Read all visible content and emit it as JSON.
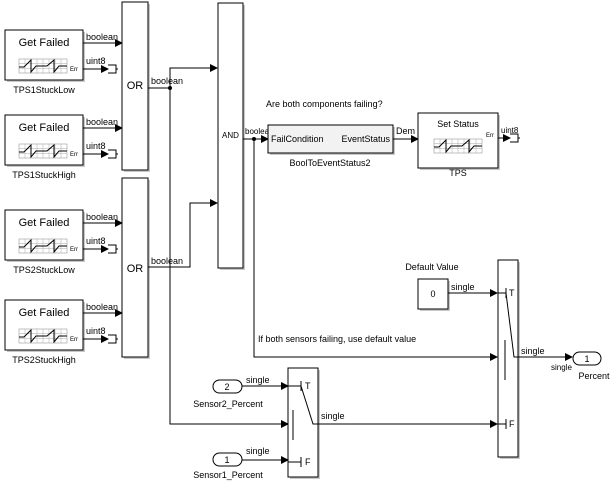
{
  "blocks": {
    "get_failed": [
      {
        "title": "Get Failed",
        "name": "TPS1StuckLow",
        "port": "Err",
        "out1": "boolean",
        "out2": "uint8"
      },
      {
        "title": "Get Failed",
        "name": "TPS1StuckHigh",
        "port": "Err",
        "out1": "boolean",
        "out2": "uint8"
      },
      {
        "title": "Get Failed",
        "name": "TPS2StuckLow",
        "port": "Err",
        "out1": "boolean",
        "out2": "uint8"
      },
      {
        "title": "Get Failed",
        "name": "TPS2StuckHigh",
        "port": "Err",
        "out1": "boolean",
        "out2": "uint8"
      }
    ],
    "or1": {
      "label": "OR",
      "out": "boolean"
    },
    "or2": {
      "label": "OR",
      "out": "boolean"
    },
    "and": {
      "label": "AND",
      "out": "boolean"
    },
    "bool_to_event": {
      "name": "BoolToEventStatus2",
      "in_port": "FailCondition",
      "out_port": "EventStatus",
      "out": "Dem"
    },
    "set_status": {
      "title": "Set Status",
      "name": "TPS",
      "port": "Err",
      "out": "uint8"
    },
    "default_value": {
      "name": "Default Value",
      "value": "0",
      "out": "single"
    },
    "switch1": {
      "t": "T",
      "f": "F",
      "out": "single"
    },
    "switch2": {
      "t": "T",
      "f": "F",
      "out": "single"
    },
    "inport_sensor2": {
      "number": "2",
      "name": "Sensor2_Percent",
      "out": "single"
    },
    "inport_sensor1": {
      "number": "1",
      "name": "Sensor1_Percent",
      "out": "single"
    },
    "outport_percent": {
      "number": "1",
      "name": "Percent",
      "in": "single"
    }
  },
  "annotations": {
    "question": "Are both components failing?",
    "default_note": "If both sensors failing, use default value"
  }
}
